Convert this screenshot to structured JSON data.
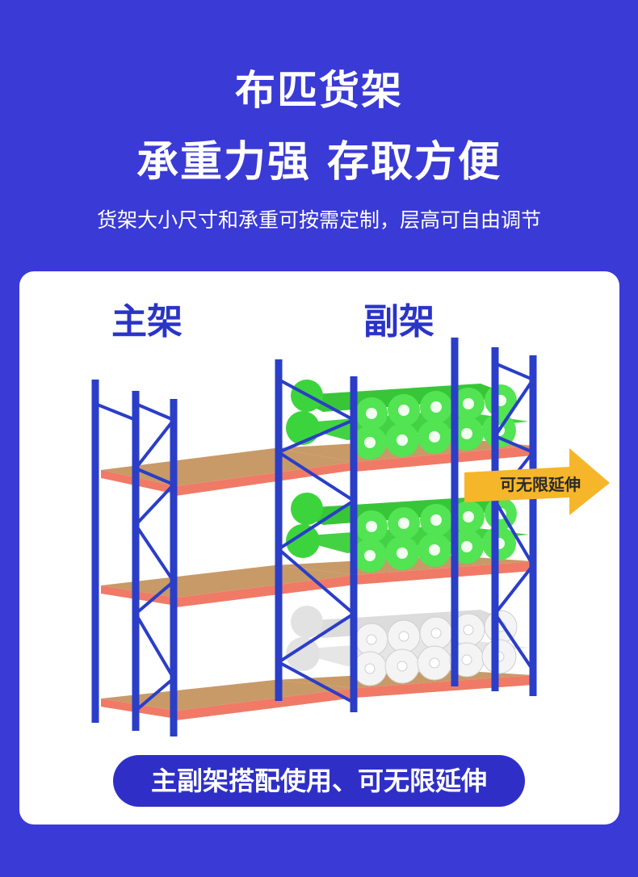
{
  "header": {
    "title": "布匹货架",
    "subtitle": "承重力强 存取方便",
    "description": "货架大小尺寸和承重可按需定制，层高可自由调节"
  },
  "diagram": {
    "main_label": "主架",
    "sub_label": "副架",
    "arrow_text": "可无限延伸",
    "arrow_icon": "right-arrow-icon",
    "colors": {
      "upright": "#2a3ec8",
      "beam": "#f07a66",
      "deck": "#c89a68",
      "green_roll": "#4ee04e",
      "white_roll": "#f2f2f2",
      "arrow": "#f6b62a"
    }
  },
  "footer": {
    "pill_text": "主副架搭配使用、可无限延伸"
  }
}
